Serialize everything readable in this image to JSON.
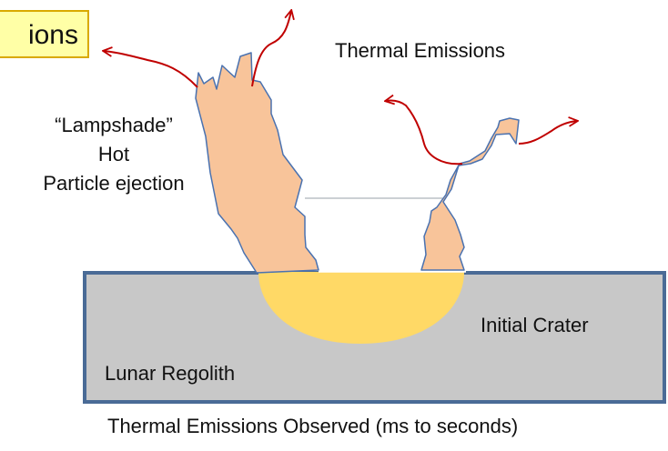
{
  "diagram": {
    "callout": "ions",
    "thermal_emissions_label": "Thermal Emissions",
    "ejection_label": [
      "“Lampshade”",
      "Hot",
      "Particle ejection"
    ],
    "initial_crater_label": "Initial Crater",
    "regolith_label": "Lunar Regolith",
    "caption": "Thermal Emissions Observed (ms to seconds)"
  },
  "colors": {
    "regolith_fill": "#c8c8c8",
    "regolith_border": "#4a6b96",
    "ejecta_fill": "#f8c49a",
    "ejecta_outline": "#4a72b0",
    "crater_fill": "#ffd966",
    "emission_arrow": "#c00000",
    "callout_fill": "#ffffa6",
    "callout_border": "#d9a900"
  }
}
